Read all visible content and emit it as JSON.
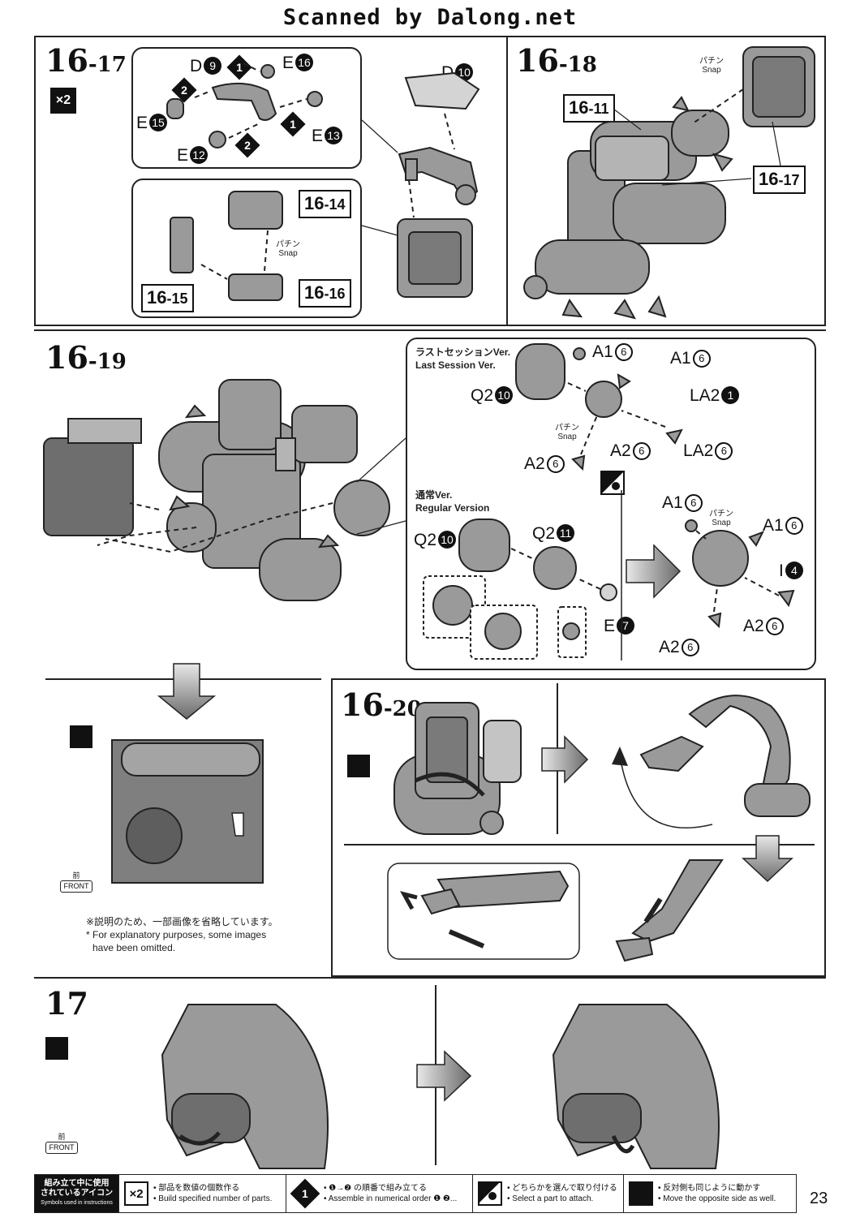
{
  "header": {
    "scanner": "Scanned by Dalong.net"
  },
  "page_number": "23",
  "step_16_17": {
    "number": "16",
    "sub": "-17",
    "multiplier": "×2",
    "parts": {
      "d9": "D",
      "d9_num": "9",
      "e16": "E",
      "e16_num": "16",
      "e15": "E",
      "e15_num": "15",
      "e12": "E",
      "e12_num": "12",
      "e13": "E",
      "e13_num": "13",
      "d10": "D",
      "d10_num": "10"
    },
    "refs": {
      "r1614": "16",
      "r1614_sub": "-14",
      "r1615": "16",
      "r1615_sub": "-15",
      "r1616": "16",
      "r1616_sub": "-16"
    },
    "snap_jp": "パチン",
    "snap_en": "Snap"
  },
  "step_16_18": {
    "number": "16",
    "sub": "-18",
    "refs": {
      "r1611": "16",
      "r1611_sub": "-11",
      "r1617": "16",
      "r1617_sub": "-17"
    },
    "snap_jp": "パチン",
    "snap_en": "Snap"
  },
  "step_16_19": {
    "number": "16",
    "sub": "-19",
    "last_session": {
      "title_jp": "ラストセッションVer.",
      "title_en": "Last Session Ver.",
      "labels": {
        "a1a": "A1",
        "a1a_num": "6",
        "a1b": "A1",
        "a1b_num": "6",
        "q2": "Q2",
        "q2_num": "10",
        "la2a": "LA2",
        "la2a_num": "1",
        "a2a": "A2",
        "a2a_num": "6",
        "la2b": "LA2",
        "la2b_num": "6",
        "a2b": "A2",
        "a2b_num": "6"
      },
      "snap_jp": "パチン",
      "snap_en": "Snap"
    },
    "regular": {
      "title_jp": "通常Ver.",
      "title_en": "Regular Version",
      "labels": {
        "q2a": "Q2",
        "q2a_num": "10",
        "q2b": "Q2",
        "q2b_num": "11",
        "e7": "E",
        "e7_num": "7",
        "a1a": "A1",
        "a1a_num": "6",
        "a1b": "A1",
        "a1b_num": "6",
        "i4": "I",
        "i4_num": "4",
        "a2a": "A2",
        "a2a_num": "6",
        "a2b": "A2",
        "a2b_num": "6"
      },
      "snap_jp": "パチン",
      "snap_en": "Snap"
    }
  },
  "front_badge": {
    "jp": "前",
    "en": "FRONT"
  },
  "omission_note": {
    "jp": "※説明のため、一部画像を省略しています。",
    "en_line1": "* For explanatory purposes, some images",
    "en_line2": "have been omitted."
  },
  "step_16_20": {
    "number": "16",
    "sub": "-20"
  },
  "step_17": {
    "number": "17"
  },
  "front_badge_17": {
    "jp": "前",
    "en": "FRONT"
  },
  "legend": {
    "title_jp_1": "組み立て中に使用",
    "title_jp_2": "されているアイコン",
    "title_en": "Symbols used in instructions",
    "item1_icon": "×2",
    "item1_jp": "• 部品を数値の個数作る",
    "item1_en": "• Build specified number of parts.",
    "item2_icon": "1",
    "item2_jp": "• ❶→❷ の順番で組み立てる",
    "item2_en": "• Assemble in numerical order ❶ ❷...",
    "item3_jp": "• どちらかを選んで取り付ける",
    "item3_en": "• Select a part to attach.",
    "item4_jp": "• 反対側も同じように動かす",
    "item4_en": "• Move the opposite side as well."
  },
  "colors": {
    "ink": "#111111",
    "part_gray": "#8a8a8a",
    "part_dark": "#5e5e5e",
    "part_light": "#bdbdbd",
    "arrow_gray": "#9a9a9a"
  }
}
